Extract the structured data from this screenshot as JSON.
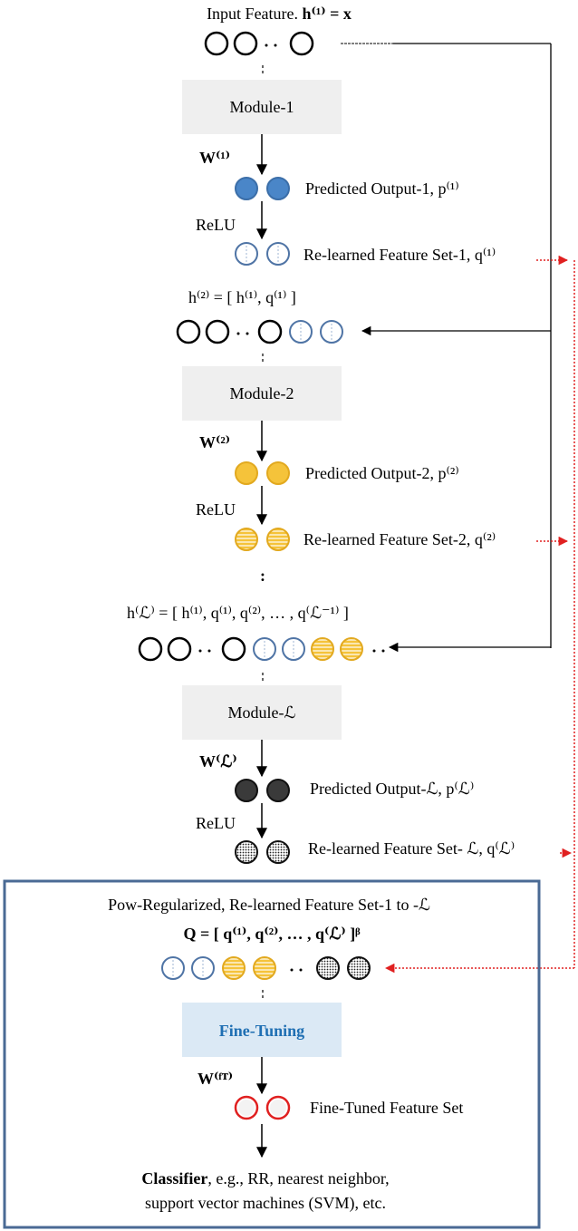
{
  "input": {
    "label": "Input Feature. ",
    "eq": "h⁽¹⁾ = x"
  },
  "modules": {
    "m1": "Module-1",
    "m2": "Module-2",
    "mL": "Module-ℒ",
    "ft": "Fine-Tuning"
  },
  "weights": {
    "w1": "W⁽¹⁾",
    "w2": "W⁽²⁾",
    "wL": "W⁽ℒ⁾",
    "wFT": "W⁽ᶠᵀ⁾"
  },
  "relu": "ReLU",
  "outputs": {
    "p1": "Predicted Output-1, p⁽¹⁾",
    "q1": "Re-learned Feature Set-1, q⁽¹⁾",
    "p2": "Predicted Output-2, p⁽²⁾",
    "q2": "Re-learned Feature Set-2, q⁽²⁾",
    "pL": "Predicted Output-ℒ, p⁽ℒ⁾",
    "qL": "Re-learned Feature Set- ℒ, q⁽ℒ⁾",
    "fine": "Fine-Tuned Feature Set"
  },
  "h2": "h⁽²⁾ = [ h⁽¹⁾, q⁽¹⁾ ]",
  "hL": "h⁽ℒ⁾ = [ h⁽¹⁾, q⁽¹⁾, q⁽²⁾, … , q⁽ℒ⁻¹⁾ ]",
  "vdots": ":",
  "box": {
    "title": "Pow-Regularized, Re-learned Feature Set-1 to -ℒ",
    "Q": "Q = [ q⁽¹⁾, q⁽²⁾, … , q⁽ℒ⁾ ]ᵝ",
    "classifier_bold": "Classifier",
    "classifier_rest": ", e.g., RR, nearest neighbor,",
    "classifier_line2": "support vector machines (SVM), etc."
  },
  "colors": {
    "blue": "#4a86c8",
    "blue_outline": "#4f74a5",
    "yellow": "#f5c33a",
    "dark": "#3a3a3a",
    "red": "#e02020",
    "box_border": "#4a6a94",
    "module_bg": "#efefef",
    "ft_bg": "#dbe9f5"
  }
}
